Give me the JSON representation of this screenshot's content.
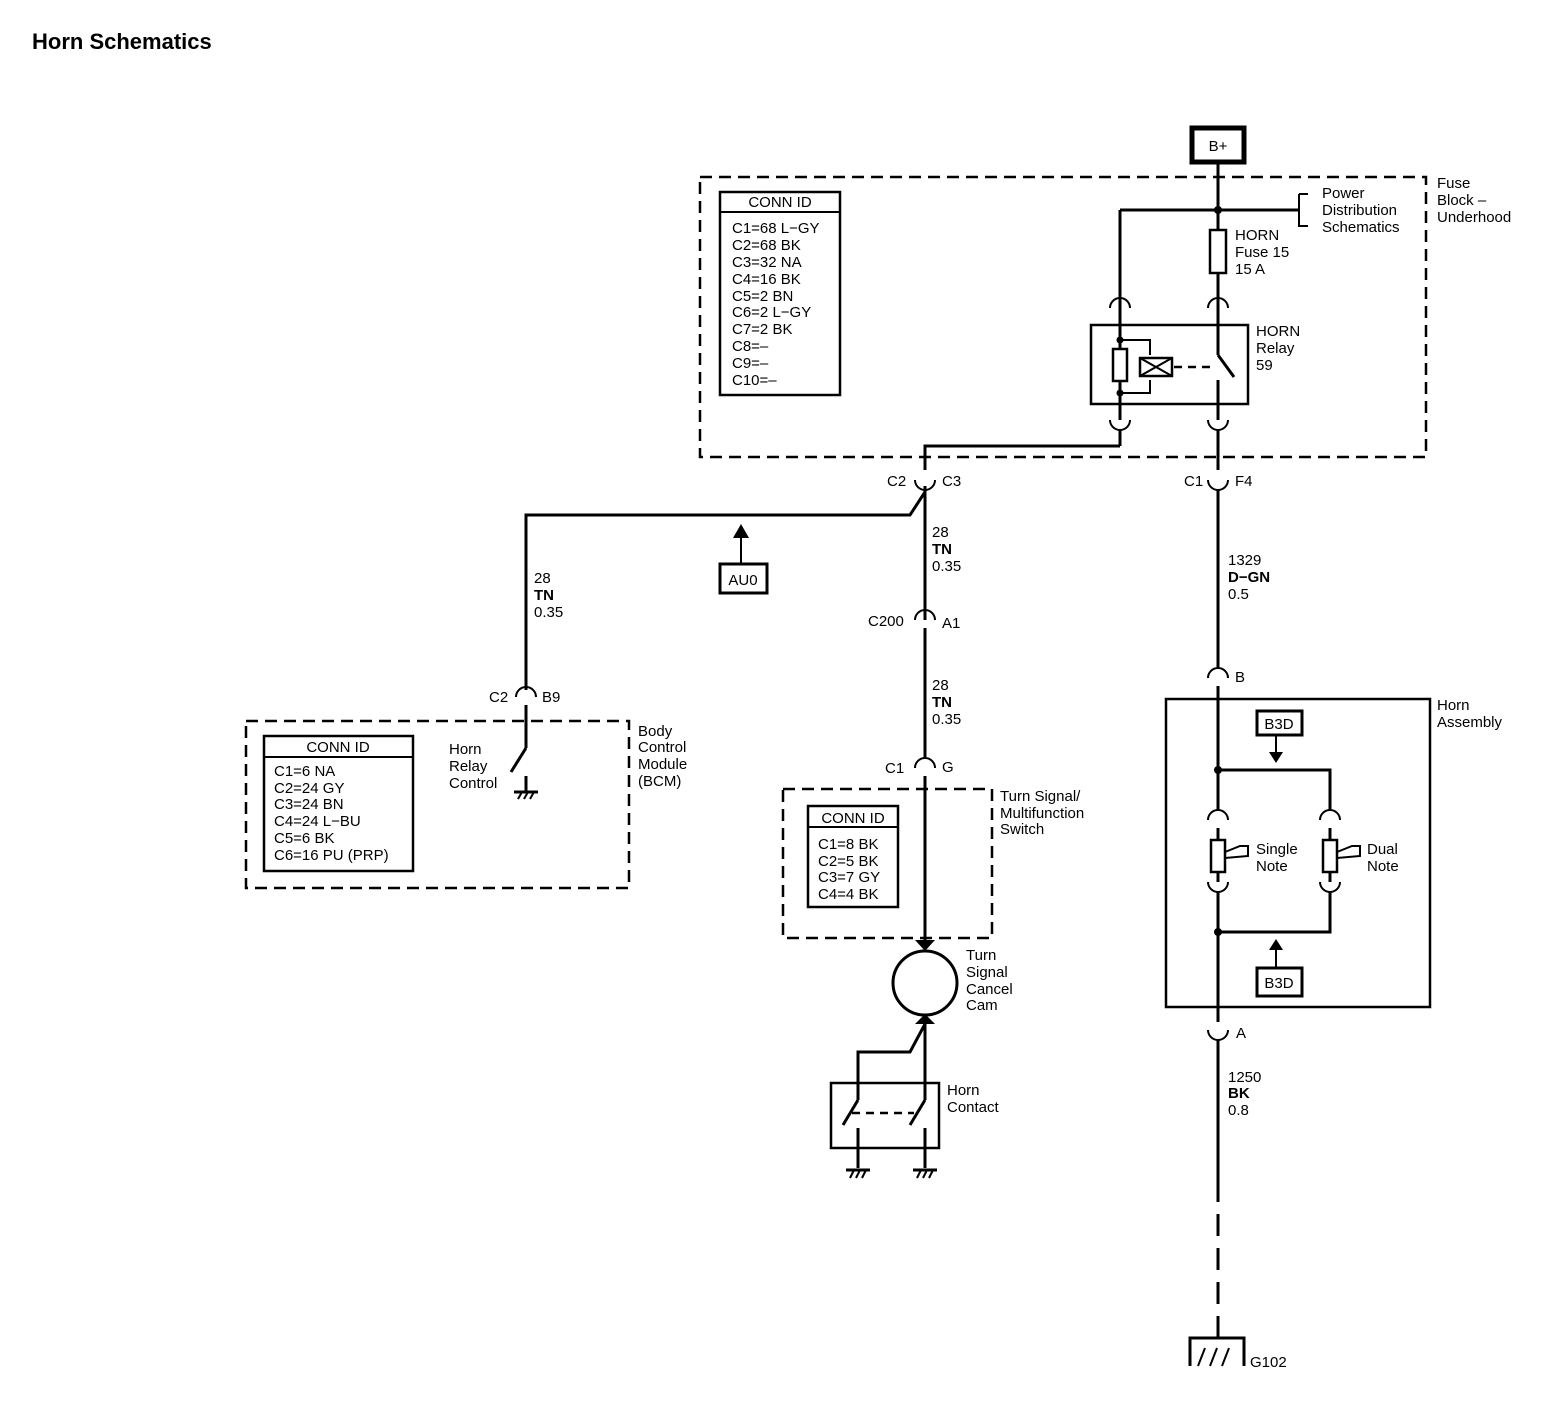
{
  "title": "Horn Schematics",
  "power": "B+",
  "fuse_block": {
    "label": [
      "Fuse",
      "Block –",
      "Underhood"
    ],
    "conn_title": "CONN ID",
    "conn": [
      "C1=68 L−GY",
      "C2=68 BK",
      "C3=32 NA",
      "C4=16 BK",
      "C5=2 BN",
      "C6=2 L−GY",
      "C7=2 BK",
      "C8=–",
      "C9=–",
      "C10=–"
    ],
    "power_ref": [
      "Power",
      "Distribution",
      "Schematics"
    ],
    "fuse": [
      "HORN",
      "Fuse 15",
      "15 A"
    ],
    "relay": [
      "HORN",
      "Relay",
      "59"
    ]
  },
  "connectors": {
    "c2": "C2",
    "c3": "C3",
    "c1_top": "C1",
    "f4": "F4",
    "c200": "C200",
    "a1": "A1",
    "bcm_c2": "C2",
    "b9": "B9",
    "ts_c1": "C1",
    "g": "G",
    "horn_b": "B",
    "horn_a": "A"
  },
  "wires": {
    "bcm": [
      "28",
      "TN",
      "0.35"
    ],
    "mid1": [
      "28",
      "TN",
      "0.35"
    ],
    "mid2": [
      "28",
      "TN",
      "0.35"
    ],
    "dgn": [
      "1329",
      "D−GN",
      "0.5"
    ],
    "bk": [
      "1250",
      "BK",
      "0.8"
    ]
  },
  "au0": "AU0",
  "bcm": {
    "label": [
      "Body",
      "Control",
      "Module",
      "(BCM)"
    ],
    "conn_title": "CONN ID",
    "conn": [
      "C1=6 NA",
      "C2=24 GY",
      "C3=24 BN",
      "C4=24 L−BU",
      "C5=6 BK",
      "C6=16 PU (PRP)"
    ],
    "relay_ctrl": [
      "Horn",
      "Relay",
      "Control"
    ]
  },
  "turn_switch": {
    "label": [
      "Turn Signal/",
      "Multifunction",
      "Switch"
    ],
    "conn_title": "CONN ID",
    "conn": [
      "C1=8 BK",
      "C2=5 BK",
      "C3=7 GY",
      "C4=4 BK"
    ],
    "cam": [
      "Turn",
      "Signal",
      "Cancel",
      "Cam"
    ],
    "contact": [
      "Horn",
      "Contact"
    ]
  },
  "horn_assembly": {
    "label": [
      "Horn",
      "Assembly"
    ],
    "b3d_top": "B3D",
    "b3d_bottom": "B3D",
    "single": [
      "Single",
      "Note"
    ],
    "dual": [
      "Dual",
      "Note"
    ]
  },
  "ground": "G102"
}
